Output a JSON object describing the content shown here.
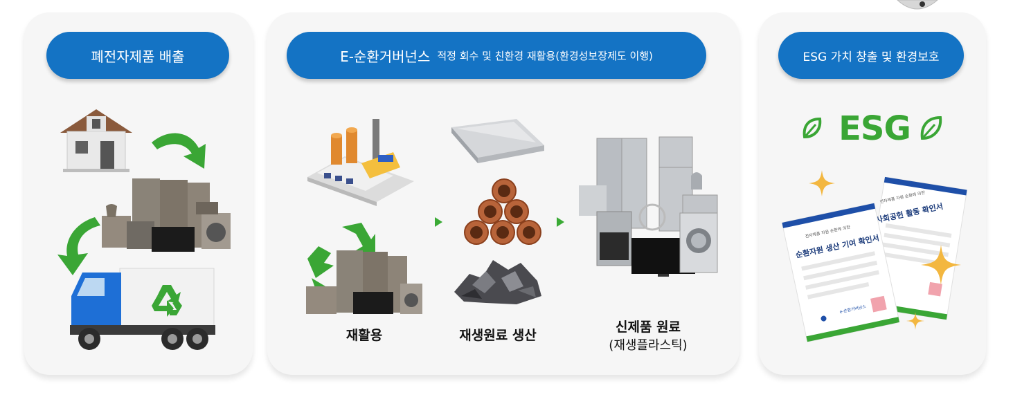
{
  "panels": {
    "discharge": {
      "title": "폐전자제품 배출"
    },
    "governance": {
      "title_main": "E-순환거버넌스",
      "title_sub": "적정 회수 및 친환경 재활용(환경성보장제도 이행)",
      "steps": [
        {
          "label": "재활용"
        },
        {
          "label": "재생원료 생산"
        },
        {
          "label": "신제품 원료",
          "sublabel": "(재생플라스틱)"
        }
      ]
    },
    "esg": {
      "title": "ESG 가치 창출 및 환경보호",
      "logo": "ESG",
      "doc_front_sub": "전자제품 자원 순환에 의한",
      "doc_front_title": "순환자원 생산 기여 확인서",
      "doc_back_sub": "전자제품 자원 순환에 의한",
      "doc_back_title": "사회공헌 활동 확인서",
      "doc_brand": "e-순환거버넌스"
    }
  },
  "colors": {
    "pill_blue": "#1473c4",
    "eco_green": "#3aa635",
    "panel_bg": "#f6f6f6"
  },
  "icons": [
    "house-icon",
    "curved-arrow-icon",
    "appliances-icon",
    "truck-icon",
    "recycle-icon",
    "factory-icon",
    "metal-sheet-icon",
    "copper-pipes-icon",
    "scrap-metal-icon",
    "new-appliances-icon",
    "leaf-icon",
    "star-icon",
    "certificate-icon"
  ]
}
